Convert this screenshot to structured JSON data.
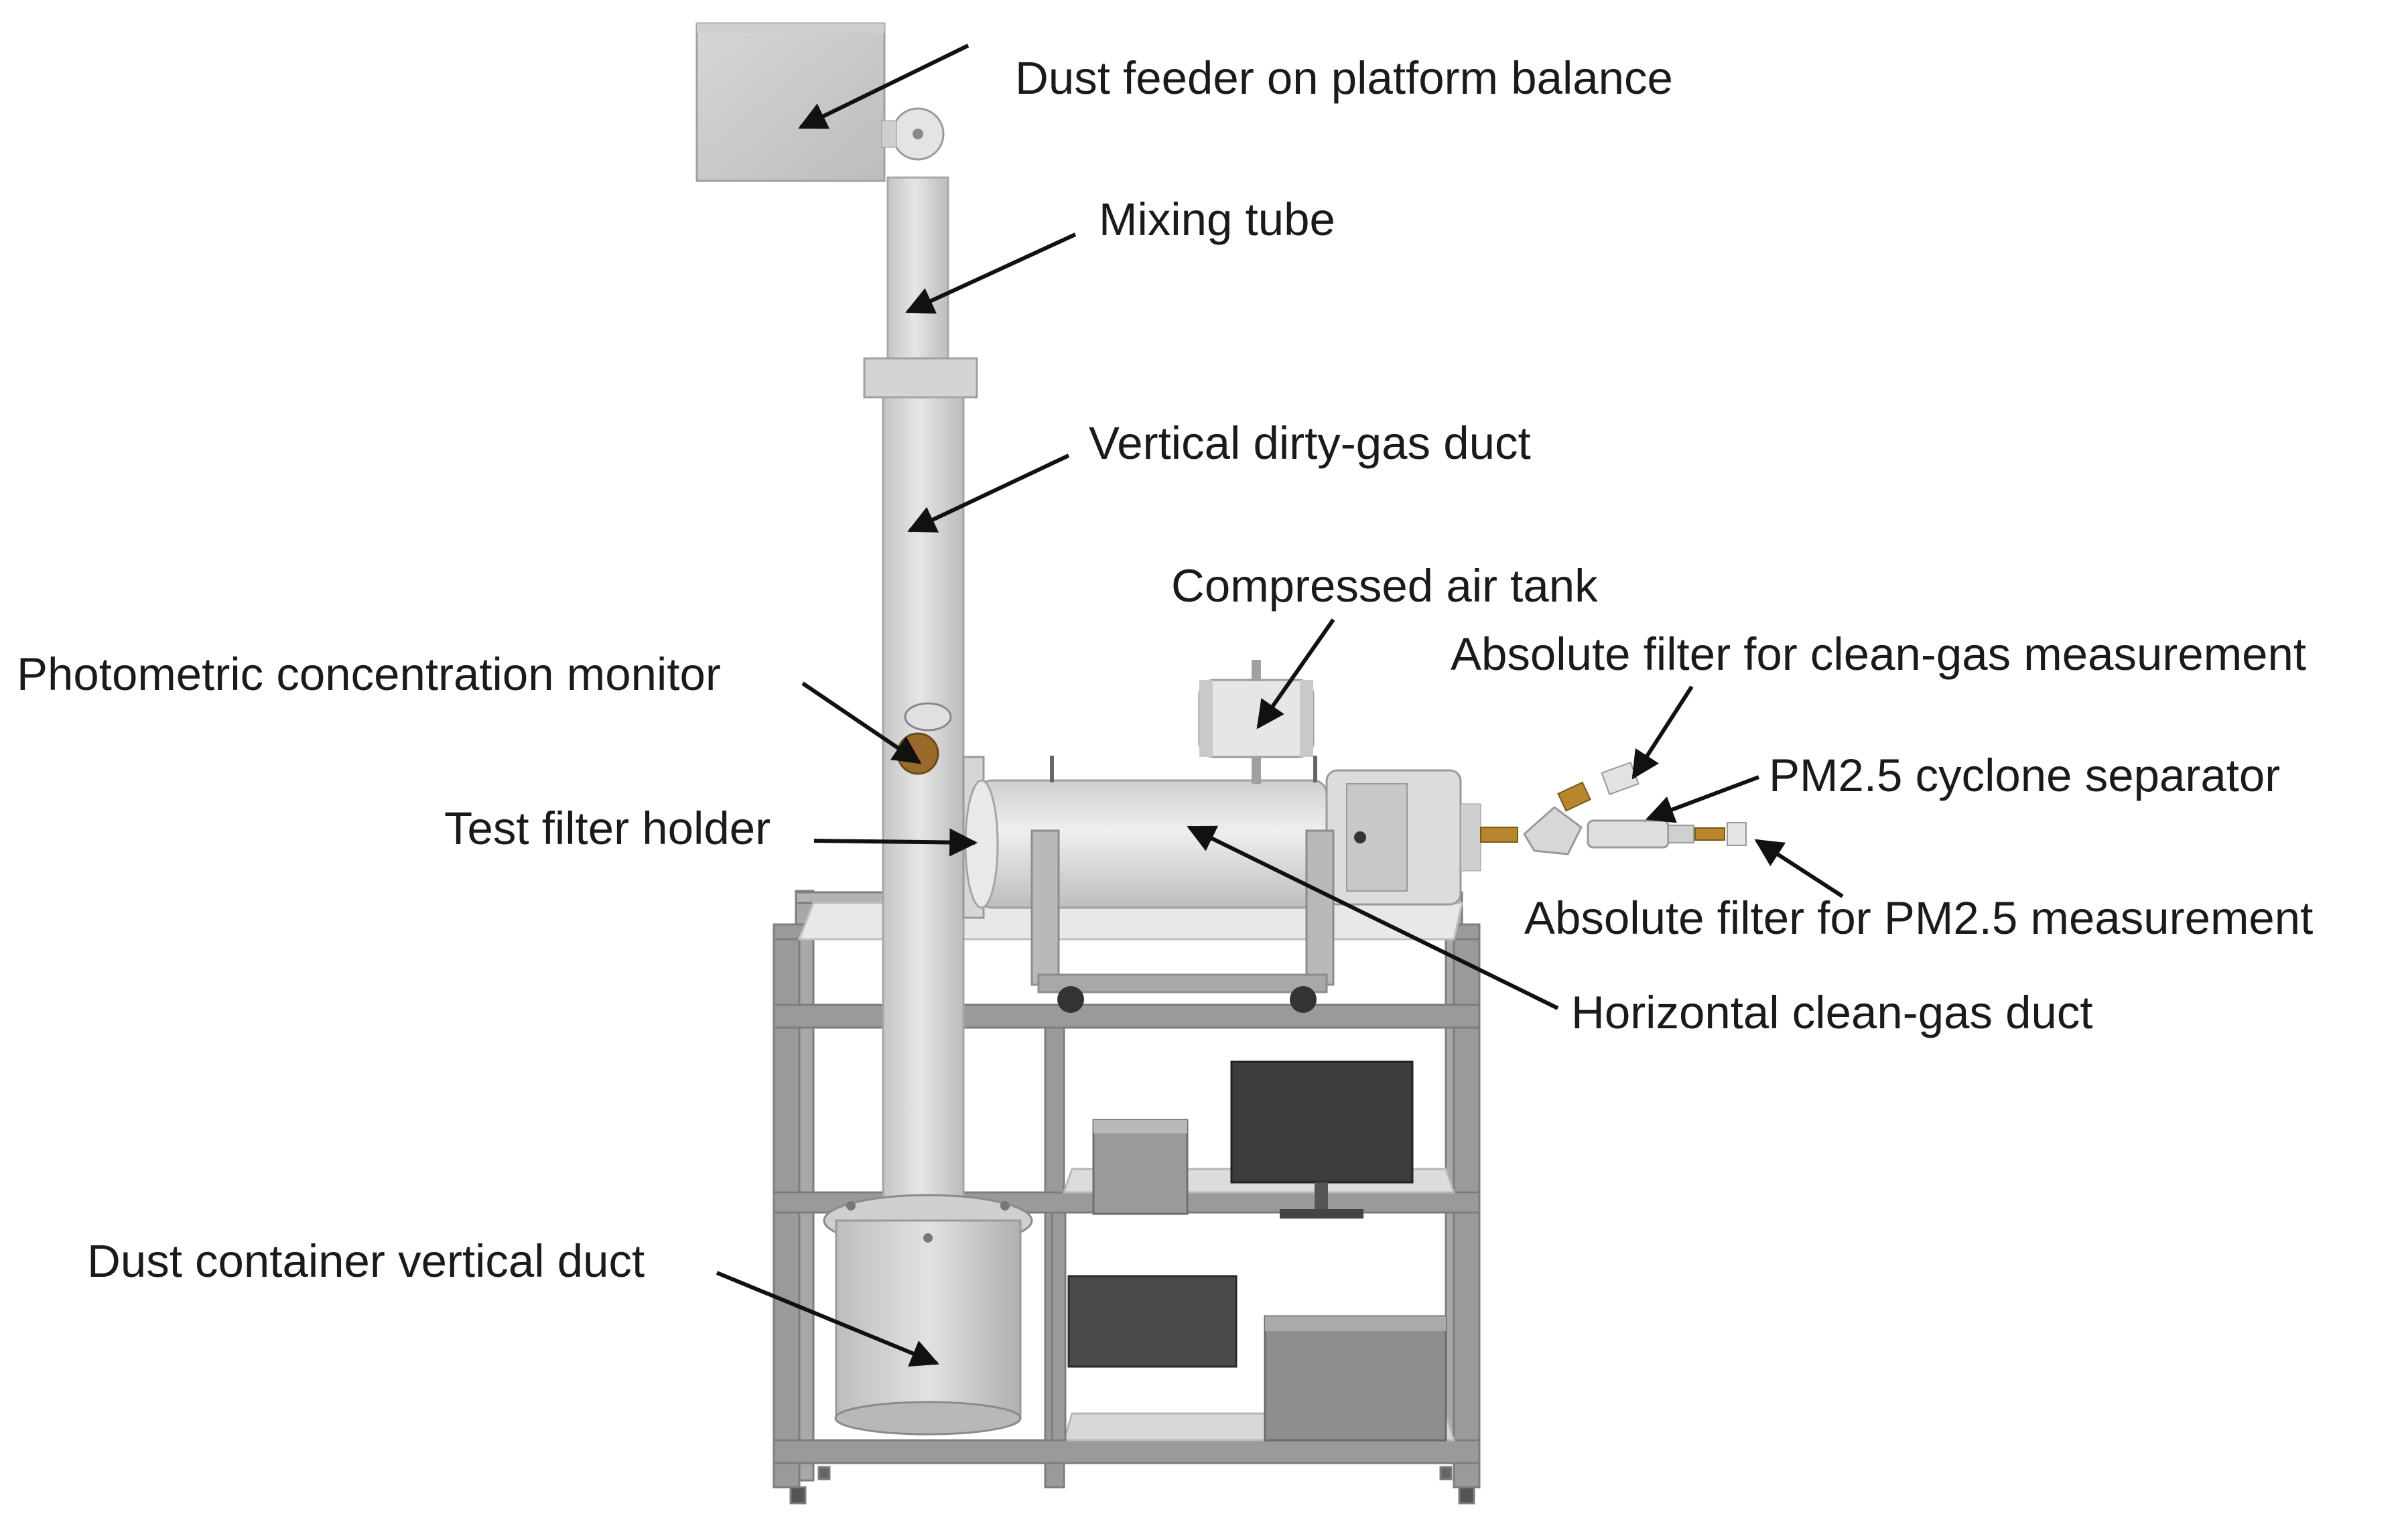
{
  "labels": {
    "dust_feeder": "Dust feeder on platform balance",
    "mixing_tube": "Mixing tube",
    "vertical_duct": "Vertical dirty-gas duct",
    "compressed_air_tank": "Compressed air tank",
    "absolute_filter_clean": "Absolute filter for clean-gas measurement",
    "photometric_monitor": "Photometric concentration monitor",
    "pm25_cyclone": "PM2.5 cyclone separator",
    "test_filter_holder": "Test filter holder",
    "absolute_filter_pm25": "Absolute filter for PM2.5 measurement",
    "horizontal_duct": "Horizontal clean-gas duct",
    "dust_container": "Dust container vertical duct"
  },
  "colors": {
    "frame": "#8c8c8c",
    "frame_light": "#b4b4b4",
    "duct": "#d2d2d2",
    "duct_shade": "#bdbdbd",
    "monitor_lens": "#9a6a2a",
    "brass": "#b8862e",
    "screen": "#3c3c3c",
    "dark_box": "#4a4a4a",
    "arrow": "#111111"
  }
}
